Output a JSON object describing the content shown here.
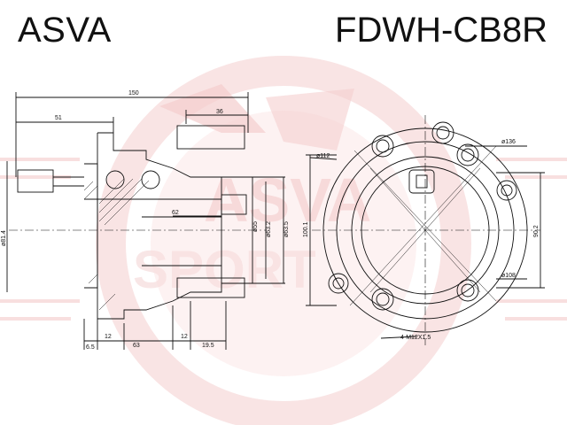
{
  "brand": "ASVA",
  "part_number": "FDWH-CB8R",
  "colors": {
    "line": "#111111",
    "watermark": "#f3c9c9",
    "watermark_text": "#f6d9d9"
  },
  "side_view": {
    "dims": {
      "overall_length": "150",
      "hub_offset": "51",
      "stud_length": "36",
      "outer_diameter": "ø81.4",
      "hub_center": "62",
      "bore_1": "ø55",
      "bore_2": "ø63.2",
      "bore_3": "ø63.5",
      "bottom_1": "6.5",
      "bottom_2": "12",
      "bottom_3": "63",
      "bottom_4": "12",
      "bottom_5": "19.5"
    }
  },
  "front_view": {
    "dims": {
      "bolt_circle_outer": "ø136",
      "pilot": "ø112",
      "flange_height": "100.1",
      "pcd_height": "90.2",
      "stud_pcd": "ø108",
      "thread": "4-M12X1.5"
    }
  }
}
